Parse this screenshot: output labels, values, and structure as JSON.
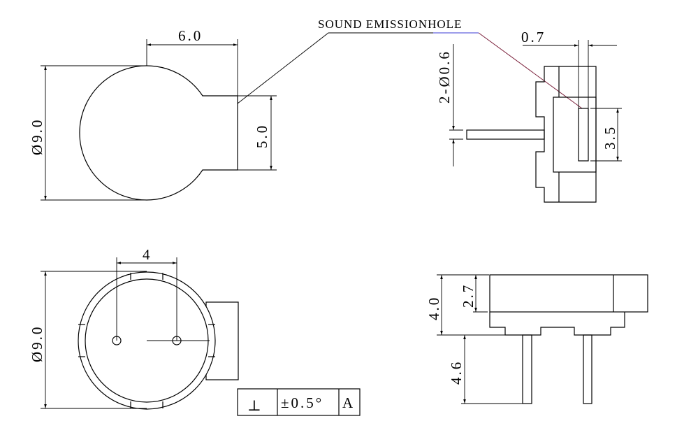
{
  "labels": {
    "sound_hole": "SOUND EMISSIONHOLE",
    "top_width": "6.0",
    "top_diameter": "Ø9.0",
    "tab_height": "5.0",
    "pin_diameter": "2-Ø0.6",
    "hole_width": "0.7",
    "hole_height": "3.5",
    "pin_spacing": "4",
    "bottom_diameter": "Ø9.0",
    "total_height": "4.0",
    "body_height": "2.7",
    "pin_length": "4.6"
  },
  "tolerance_frame": {
    "symbol": "⊥",
    "tolerance": "±0.5°",
    "datum": "A"
  },
  "colors": {
    "line": "#000000",
    "leader_blue": "#3b3bd6",
    "leader_red": "#7a1f3a"
  }
}
